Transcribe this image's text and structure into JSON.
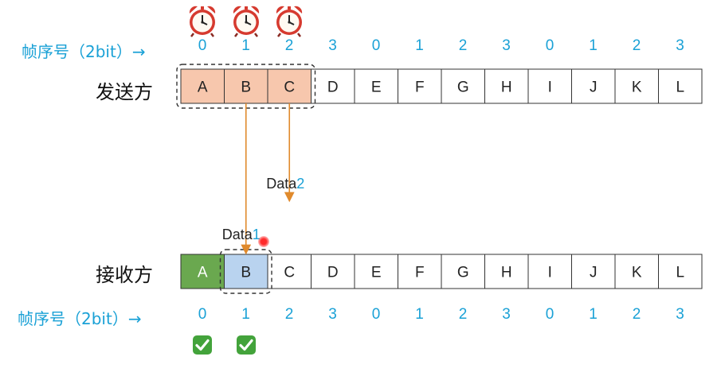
{
  "sender": {
    "label": "发送方",
    "frames": [
      "A",
      "B",
      "C",
      "D",
      "E",
      "F",
      "G",
      "H",
      "I",
      "J",
      "K",
      "L"
    ],
    "window_frames": [
      0,
      1,
      2
    ],
    "timer_frames": [
      0,
      1,
      2
    ]
  },
  "receiver": {
    "label": "接收方",
    "frames": [
      "A",
      "B",
      "C",
      "D",
      "E",
      "F",
      "G",
      "H",
      "I",
      "J",
      "K",
      "L"
    ],
    "received_frames": [
      0
    ],
    "window_frames": [
      1
    ],
    "ack_frames": [
      0,
      1
    ]
  },
  "seq_label": "帧序号（2bit）→",
  "seq_numbers": [
    "0",
    "1",
    "2",
    "3",
    "0",
    "1",
    "2",
    "3",
    "0",
    "1",
    "2",
    "3"
  ],
  "transmissions": [
    {
      "label_text": "Data",
      "label_num": "1",
      "from": 1,
      "arrived": true
    },
    {
      "label_text": "Data",
      "label_num": "2",
      "from": 2,
      "arrived": false
    }
  ],
  "colors": {
    "sender_window": "#f7c7ad",
    "received": "#6aa84f",
    "receiver_window": "#b9d3ef",
    "arrow": "#e08a2c",
    "seq": "#1aa1d6"
  }
}
